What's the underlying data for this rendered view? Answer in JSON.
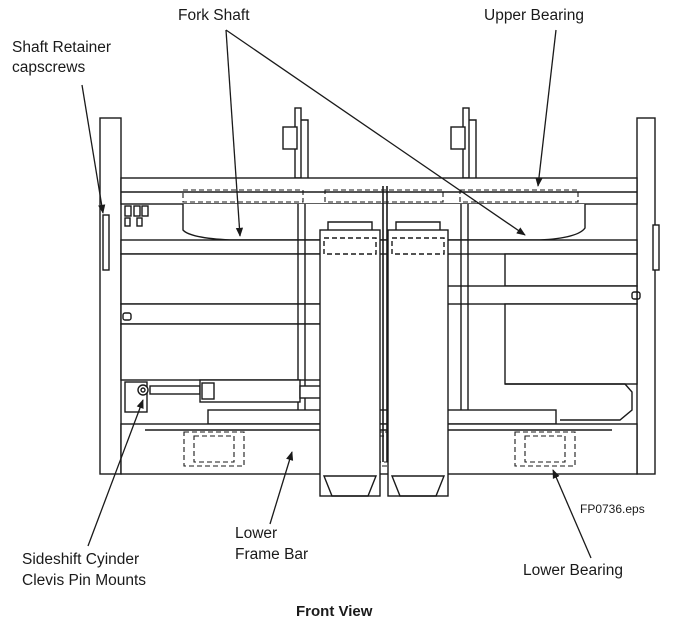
{
  "labels": {
    "fork_shaft": "Fork Shaft",
    "upper_bearing": "Upper Bearing",
    "shaft_retainer_line1": "Shaft Retainer",
    "shaft_retainer_line2": "capscrews",
    "lower_frame_bar_line1": "Lower",
    "lower_frame_bar_line2": "Frame Bar",
    "sideshift_line1": "Sideshift Cyinder",
    "sideshift_line2": "Clevis Pin Mounts",
    "lower_bearing": "Lower Bearing",
    "file_id": "FP0736.eps"
  },
  "caption": "Front View",
  "colors": {
    "line": "#1a1a1a",
    "background": "#ffffff"
  }
}
